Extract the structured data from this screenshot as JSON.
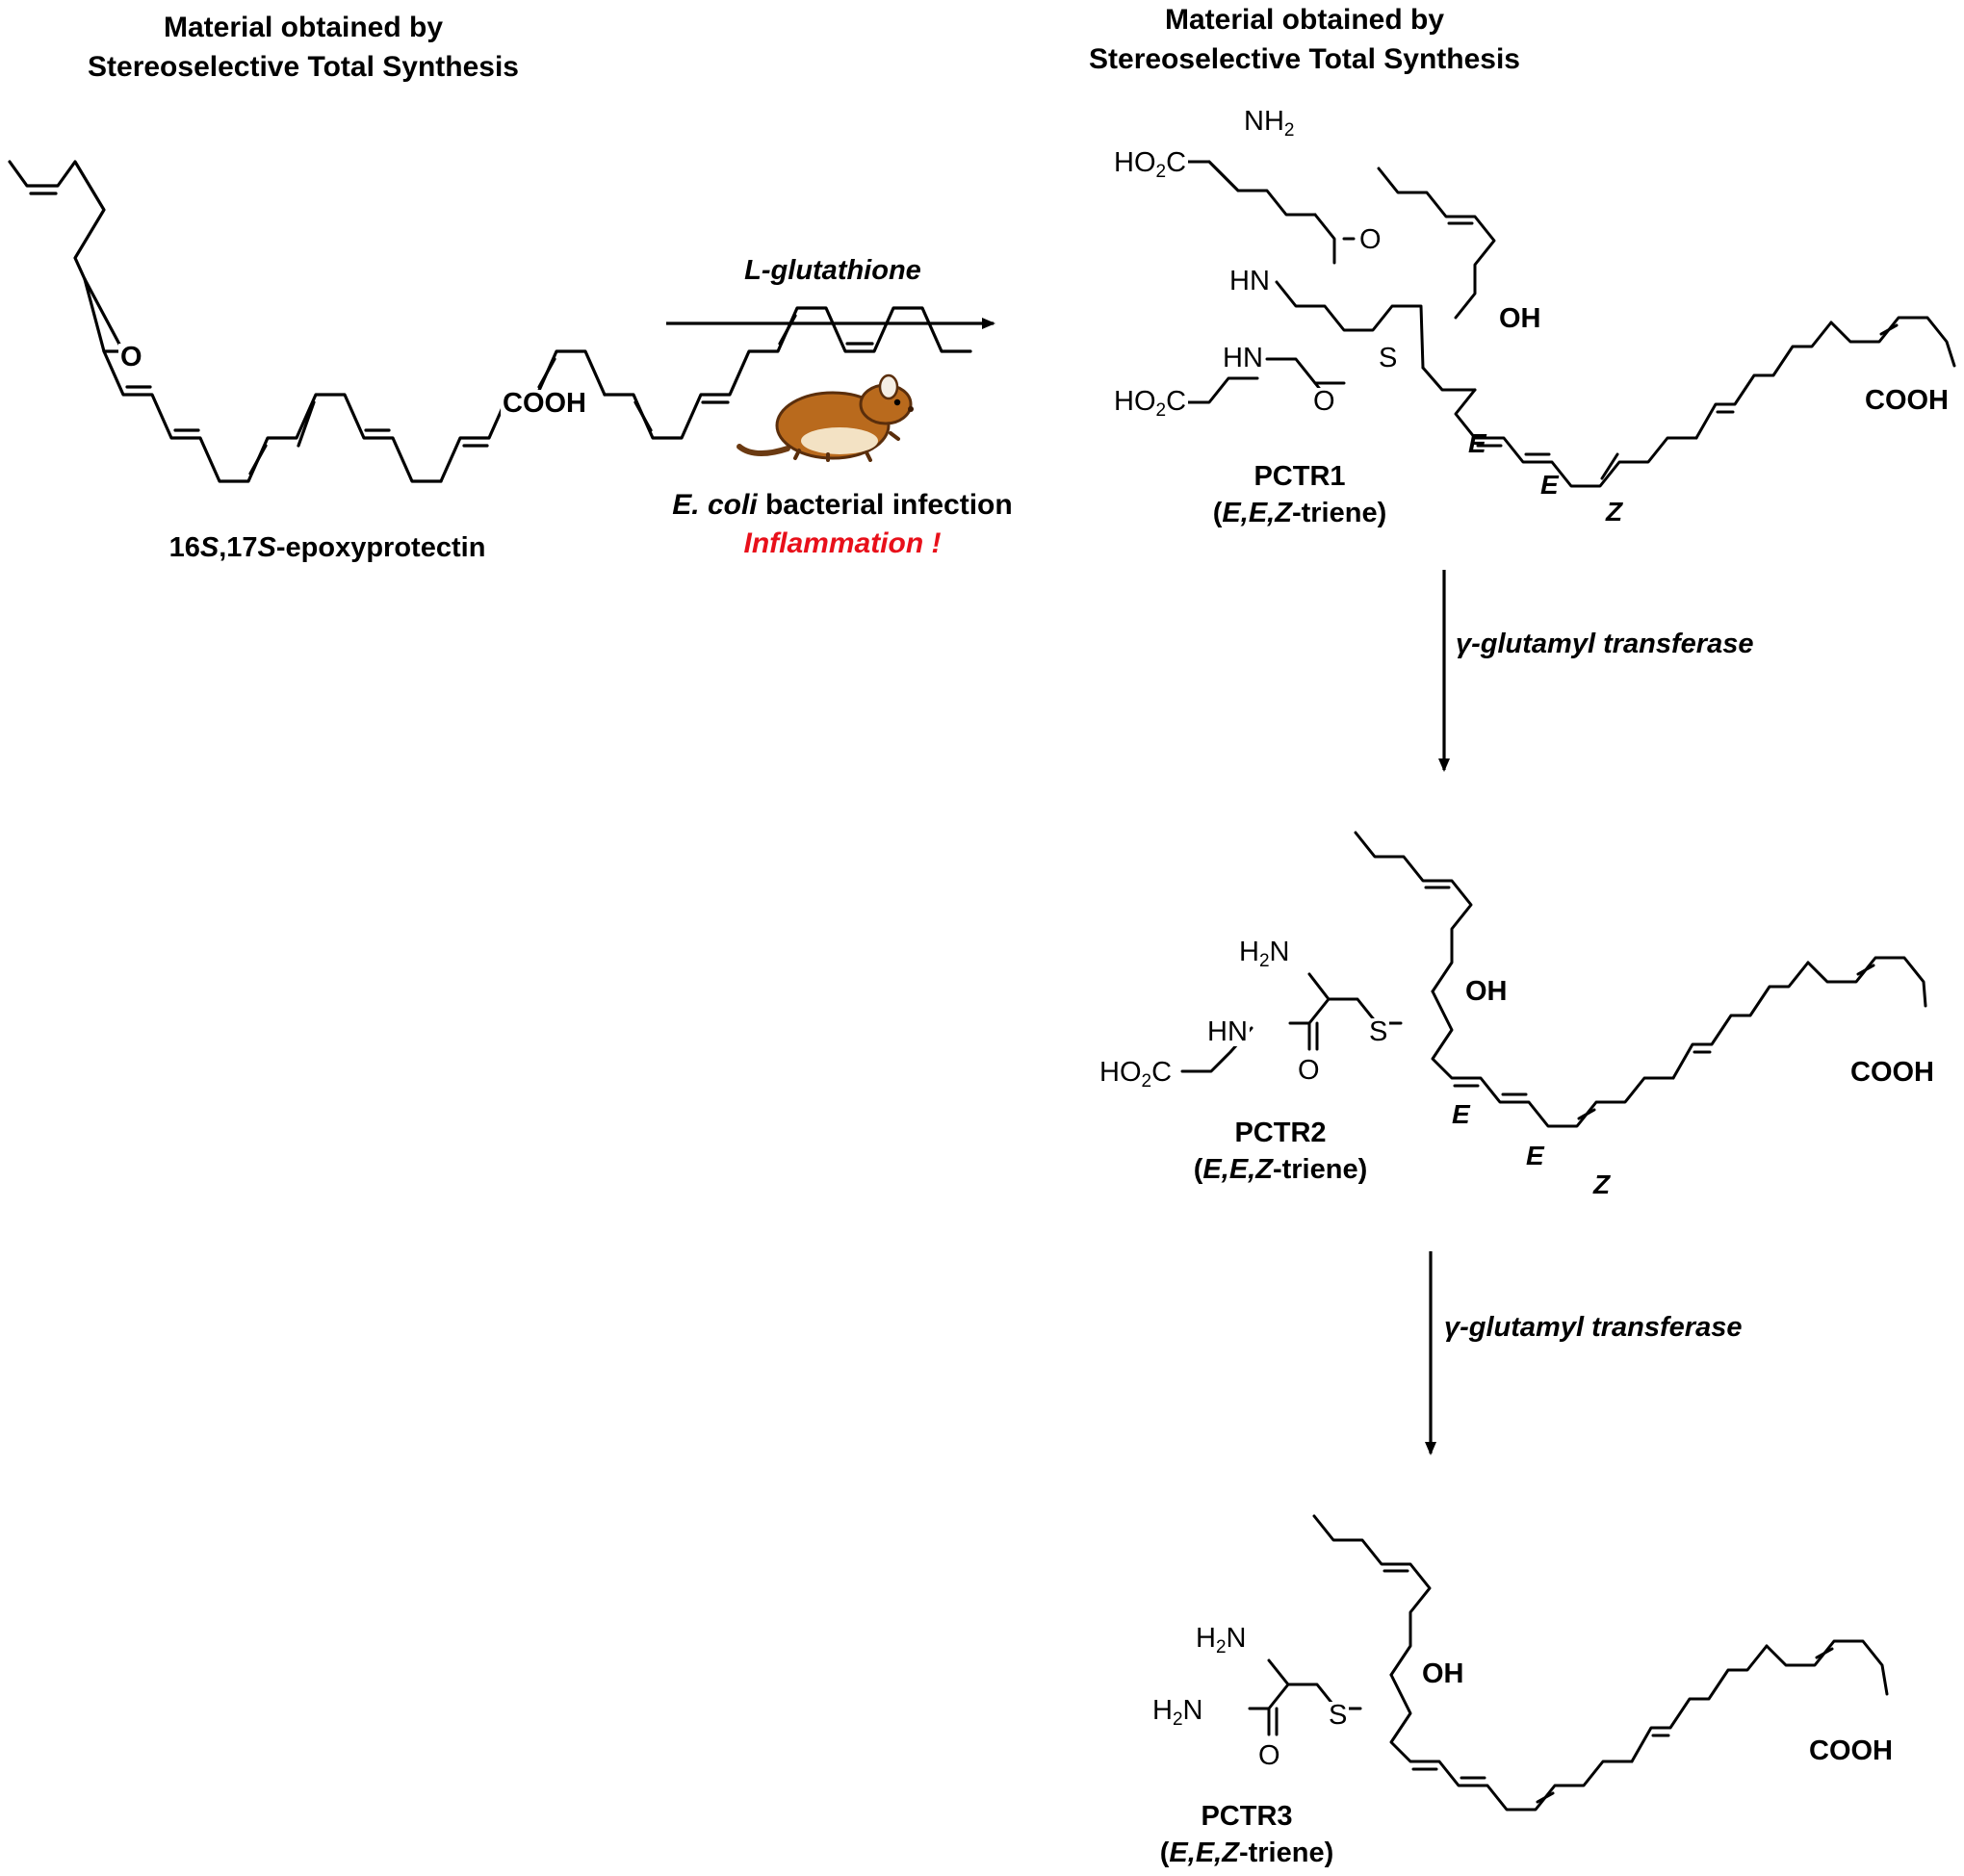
{
  "headers": {
    "left_line1": "Material obtained by",
    "left_line2": "Stereoselective Total Synthesis",
    "right_line1": "Material obtained by",
    "right_line2": "Stereoselective Total Synthesis"
  },
  "starting_material": {
    "name_prefix": "16",
    "s1": "S",
    "mid": ",17",
    "s2": "S",
    "name_suffix": "-epoxyprotectin",
    "atoms": {
      "epoxide_o": "O",
      "acid": "COOH"
    }
  },
  "reaction": {
    "reagent": "L-glutathione",
    "icon": "mouse-icon",
    "condition_italic": "E. coli",
    "condition_rest": " bacterial infection",
    "alert": "Inflammation !",
    "alert_color": "#e8101a"
  },
  "step_reagent": "γ-glutamyl transferase",
  "products": [
    {
      "name": "PCTR1",
      "stereo_italic": "E,E,Z",
      "stereo_rest": "-triene"
    },
    {
      "name": "PCTR2",
      "stereo_italic": "E,E,Z",
      "stereo_rest": "-triene"
    },
    {
      "name": "PCTR3",
      "stereo_italic": "E,E,Z",
      "stereo_rest": "-triene"
    }
  ],
  "atoms": {
    "ho2c": "HO",
    "ho2c_sub": "2",
    "ho2c_c": "C",
    "nh": "NH",
    "nh_sub": "2",
    "h": "H",
    "n": "N",
    "hn": "HN",
    "o": "O",
    "s": "S",
    "oh": "OH",
    "cooh": "COOH",
    "e": "E",
    "z": "Z"
  }
}
